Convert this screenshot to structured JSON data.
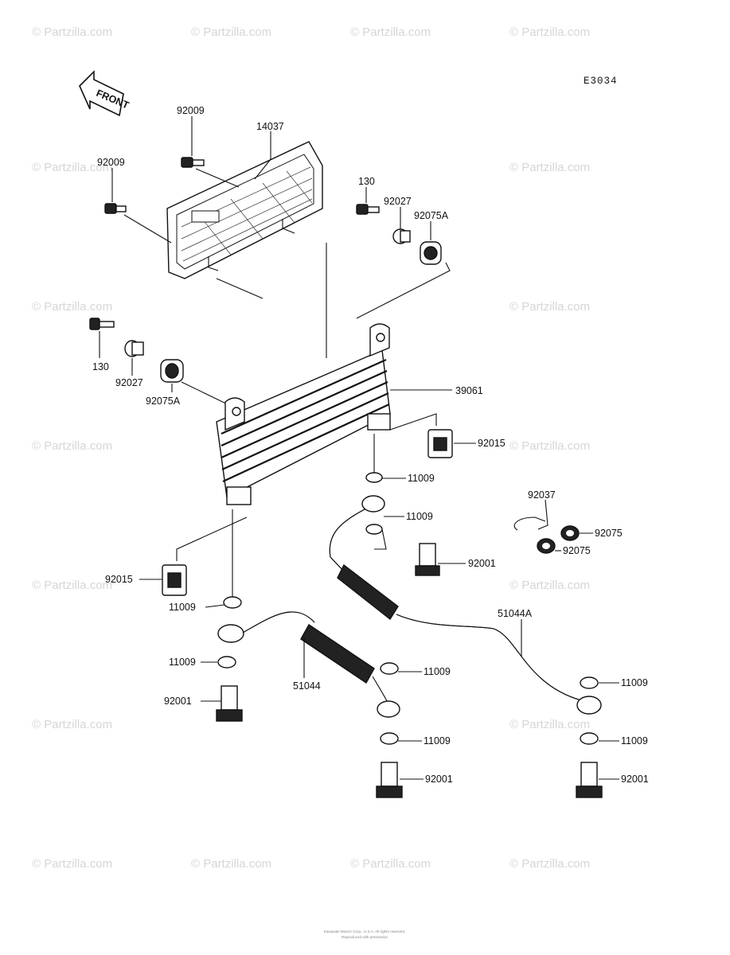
{
  "diagram": {
    "code": "E3034",
    "front_label": "FRONT",
    "watermark": "© Partzilla.com",
    "footer": [
      "Kawasaki Motors Corp., U.S.A. All rights reserved.",
      "Reproduced with permission"
    ],
    "labels": {
      "p92009a": "92009",
      "p14037": "14037",
      "p92009b": "92009",
      "p130a": "130",
      "p92027a": "92027",
      "p92075Aa": "92075A",
      "p130b": "130",
      "p92027b": "92027",
      "p92075Ab": "92075A",
      "p39061": "39061",
      "p92015a": "92015",
      "p11009a": "11009",
      "p11009b": "11009",
      "p92037": "92037",
      "p92075a": "92075",
      "p92075b": "92075",
      "p92001a": "92001",
      "p92015b": "92015",
      "p11009c": "11009",
      "p51044A": "51044A",
      "p11009d": "11009",
      "p11009e": "11009",
      "p51044": "51044",
      "p11009f": "11009",
      "p92001b": "92001",
      "p11009g": "11009",
      "p11009h": "11009",
      "p92001c": "92001",
      "p92001d": "92001"
    }
  }
}
